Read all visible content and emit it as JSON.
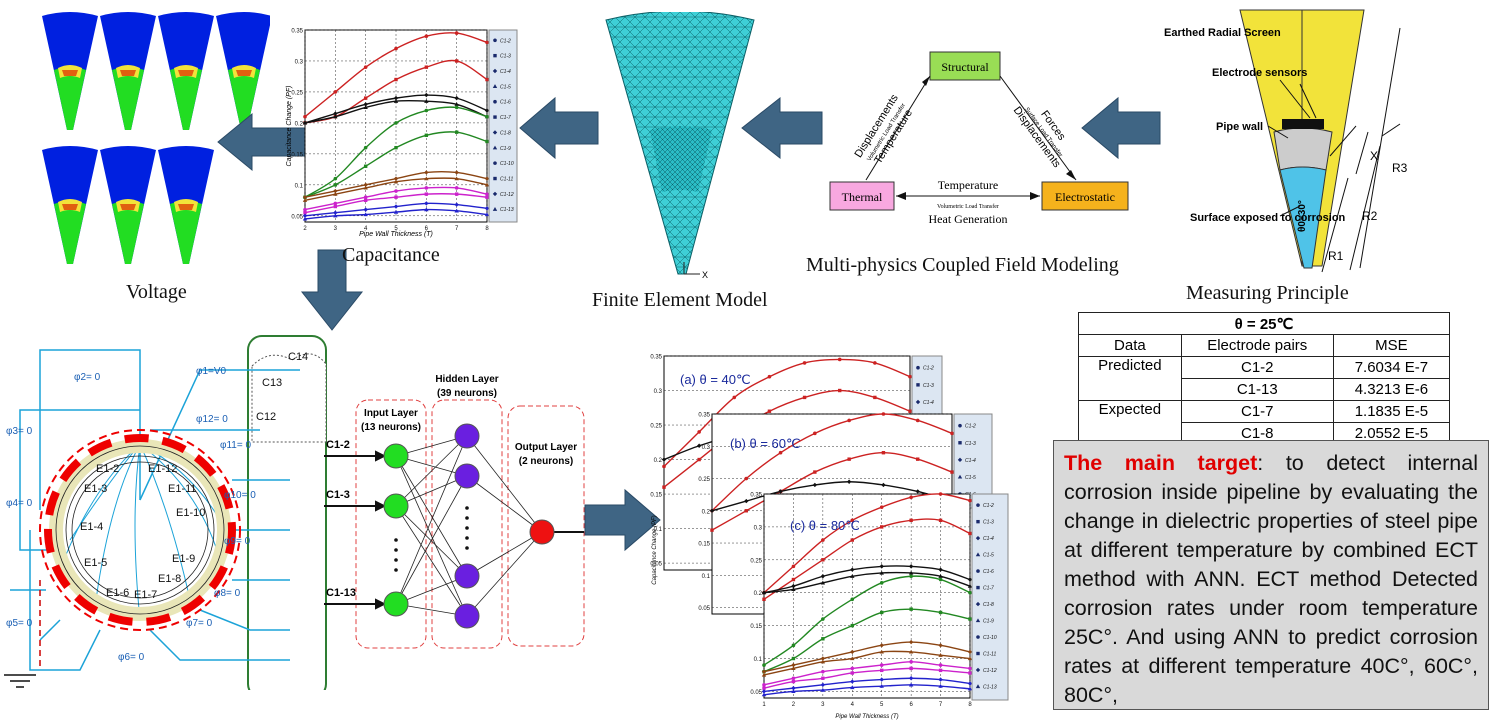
{
  "captions": {
    "voltage": "Voltage",
    "capacitance": "Capacitance",
    "fem": "Finite Element Model",
    "multiphysics": "Multi-physics Coupled Field Modeling",
    "measuring": "Measuring Principle"
  },
  "multiphysics": {
    "structural": "Structural",
    "thermal": "Thermal",
    "electrostatic": "Electrostatic",
    "displacements_left": "Displacements",
    "temperature_left": "Temperature",
    "volumetric_left": "Volumetric Load Transfer",
    "forces": "Forces",
    "displacements_right": "Displacements",
    "surface_load": "Surface Load Transfer",
    "temperature_bottom": "Temperature",
    "volumetric_bottom": "Volumetric Load Transfer",
    "heat_generation": "Heat Generation"
  },
  "measuring_principle": {
    "earthed_screen": "Earthed Radial Screen",
    "electrode_sensors": "Electrode sensors",
    "pipe_wall": "Pipe wall",
    "surface_exposed": "Surface exposed to corrosion",
    "angle": "θ0=30°",
    "x": "X",
    "r1": "R1",
    "r2": "R2",
    "r3": "R3",
    "colors": {
      "screen": "#f2e33a",
      "wall": "#cccccc",
      "inner": "#4fc3e8"
    }
  },
  "fem": {
    "axis_label": "X",
    "mesh_color": "#3ecfd6"
  },
  "ann": {
    "hidden_layer": "Hidden Layer",
    "hidden_neurons": "(39 neurons)",
    "input_layer": "Input Layer",
    "input_neurons": "(13 neurons)",
    "output_layer": "Output Layer",
    "output_neurons": "(2 neurons)",
    "inputs": [
      "C1-2",
      "C1-3",
      "C1-13"
    ],
    "colors": {
      "input": "#22dd22",
      "hidden": "#6a1fe0",
      "output": "#ee1111"
    }
  },
  "sensor_model": {
    "phi_labels": [
      "φ2= 0",
      "φ1=V0",
      "φ12= 0",
      "φ11= 0",
      "φ10= 0",
      "φ9= 0",
      "φ8= 0",
      "φ7= 0",
      "φ6= 0",
      "φ5= 0",
      "φ4= 0",
      "φ3= 0"
    ],
    "electrodes": [
      "E1-2",
      "E1-12",
      "E1-11",
      "E1-10",
      "E1-9",
      "E1-8",
      "E1-7",
      "E1-6",
      "E1-5",
      "E1-4",
      "E1-3"
    ],
    "caps": [
      "C14",
      "C13",
      "C12"
    ]
  },
  "mse_table": {
    "title": "θ = 25℃",
    "headers": [
      "Data",
      "Electrode pairs",
      "MSE"
    ],
    "rows": [
      {
        "group": "Predicted",
        "pair": "C1-2",
        "mse": "7.6034 E-7"
      },
      {
        "group": "",
        "pair": "C1-13",
        "mse": "4.3213 E-6"
      },
      {
        "group": "Expected",
        "pair": "C1-7",
        "mse": "1.1835 E-5"
      },
      {
        "group": "",
        "pair": "C1-8",
        "mse": "2.0552 E-5"
      }
    ]
  },
  "target_box": {
    "lead": "The main target",
    "text": ": to detect internal corrosion inside pipeline by evaluating the change in dielectric properties of steel pipe at different temperature by combined ECT method with  ANN. ECT method Detected corrosion rates under room temperature 25C°. And using ANN to predict corrosion rates at different temperature 40C°, 60C°, 80C°,"
  },
  "chart_data": [
    {
      "type": "line",
      "xlabel": "Pipe Wall Thickness (T)",
      "ylabel": "Capacitance Change (PF)",
      "xlim": [
        2,
        8
      ],
      "ylim": [
        0.04,
        0.35
      ],
      "x_ticks": [
        2,
        3,
        4,
        5,
        6,
        7,
        8
      ],
      "y_ticks": [
        0.05,
        0.1,
        0.15,
        0.2,
        0.25,
        0.3,
        0.35
      ],
      "legend": [
        "C1-2",
        "C1-3",
        "C1-4",
        "C1-5",
        "C1-6",
        "C1-7",
        "C1-8",
        "C1-9",
        "C1-10",
        "C1-11",
        "C1-12",
        "C1-13"
      ],
      "series": [
        {
          "color": "#cc2222",
          "x": [
            2,
            3,
            4,
            5,
            6,
            7,
            8
          ],
          "values": [
            0.21,
            0.25,
            0.29,
            0.32,
            0.34,
            0.345,
            0.33
          ]
        },
        {
          "color": "#cc2222",
          "x": [
            2,
            3,
            4,
            5,
            6,
            7,
            8
          ],
          "values": [
            0.2,
            0.21,
            0.24,
            0.27,
            0.29,
            0.3,
            0.27
          ]
        },
        {
          "color": "#111111",
          "x": [
            2,
            3,
            4,
            5,
            6,
            7,
            8
          ],
          "values": [
            0.2,
            0.215,
            0.23,
            0.24,
            0.245,
            0.24,
            0.22
          ]
        },
        {
          "color": "#111111",
          "x": [
            2,
            3,
            4,
            5,
            6,
            7,
            8
          ],
          "values": [
            0.2,
            0.21,
            0.225,
            0.235,
            0.235,
            0.23,
            0.21
          ]
        },
        {
          "color": "#228822",
          "x": [
            2,
            3,
            4,
            5,
            6,
            7,
            8
          ],
          "values": [
            0.08,
            0.11,
            0.16,
            0.2,
            0.22,
            0.225,
            0.21
          ]
        },
        {
          "color": "#228822",
          "x": [
            2,
            3,
            4,
            5,
            6,
            7,
            8
          ],
          "values": [
            0.08,
            0.1,
            0.13,
            0.16,
            0.18,
            0.185,
            0.17
          ]
        },
        {
          "color": "#8b4513",
          "x": [
            2,
            3,
            4,
            5,
            6,
            7,
            8
          ],
          "values": [
            0.08,
            0.09,
            0.1,
            0.11,
            0.12,
            0.12,
            0.11
          ]
        },
        {
          "color": "#8b4513",
          "x": [
            2,
            3,
            4,
            5,
            6,
            7,
            8
          ],
          "values": [
            0.075,
            0.085,
            0.095,
            0.105,
            0.11,
            0.11,
            0.1
          ]
        },
        {
          "color": "#cc22cc",
          "x": [
            2,
            3,
            4,
            5,
            6,
            7,
            8
          ],
          "values": [
            0.06,
            0.07,
            0.08,
            0.09,
            0.095,
            0.095,
            0.085
          ]
        },
        {
          "color": "#cc22cc",
          "x": [
            2,
            3,
            4,
            5,
            6,
            7,
            8
          ],
          "values": [
            0.055,
            0.065,
            0.075,
            0.08,
            0.085,
            0.085,
            0.08
          ]
        },
        {
          "color": "#2222cc",
          "x": [
            2,
            3,
            4,
            5,
            6,
            7,
            8
          ],
          "values": [
            0.05,
            0.055,
            0.06,
            0.065,
            0.07,
            0.068,
            0.062
          ]
        },
        {
          "color": "#2222cc",
          "x": [
            2,
            3,
            4,
            5,
            6,
            7,
            8
          ],
          "values": [
            0.045,
            0.05,
            0.052,
            0.056,
            0.06,
            0.058,
            0.052
          ]
        }
      ]
    },
    {
      "type": "line",
      "title": "(a)  θ  = 40℃",
      "xlim": [
        1,
        8
      ],
      "ylim": [
        0.04,
        0.35
      ],
      "y_ticks": [
        0.05,
        0.1,
        0.15,
        0.2,
        0.25,
        0.3,
        0.35
      ],
      "legend": [
        "C1-2",
        "C1-3",
        "C1-4"
      ],
      "series": [
        {
          "color": "#cc2222",
          "x": [
            1,
            2,
            3,
            4,
            5,
            6,
            7,
            8
          ],
          "values": [
            0.19,
            0.24,
            0.29,
            0.32,
            0.34,
            0.345,
            0.34,
            0.32
          ]
        },
        {
          "color": "#cc2222",
          "x": [
            1,
            2,
            3,
            4,
            5,
            6,
            7,
            8
          ],
          "values": [
            0.16,
            0.2,
            0.24,
            0.27,
            0.29,
            0.3,
            0.29,
            0.27
          ]
        },
        {
          "color": "#111111",
          "x": [
            1,
            2,
            3,
            4,
            5,
            6,
            7,
            8
          ],
          "values": [
            0.2,
            0.22,
            0.235,
            0.245,
            0.25,
            0.245,
            0.235,
            0.22
          ]
        }
      ]
    },
    {
      "type": "line",
      "title": "(b)  θ  = 60℃",
      "xlim": [
        1,
        8
      ],
      "ylim": [
        0.04,
        0.35
      ],
      "y_ticks": [
        0.05,
        0.1,
        0.15,
        0.2,
        0.25,
        0.3,
        0.35
      ],
      "legend": [
        "C1-2",
        "C1-3",
        "C1-4",
        "C1-5",
        "C1-6"
      ],
      "series": [
        {
          "color": "#cc2222",
          "x": [
            1,
            2,
            3,
            4,
            5,
            6,
            7,
            8
          ],
          "values": [
            0.2,
            0.25,
            0.29,
            0.32,
            0.34,
            0.35,
            0.34,
            0.32
          ]
        },
        {
          "color": "#cc2222",
          "x": [
            1,
            2,
            3,
            4,
            5,
            6,
            7,
            8
          ],
          "values": [
            0.17,
            0.2,
            0.23,
            0.26,
            0.28,
            0.29,
            0.28,
            0.26
          ]
        },
        {
          "color": "#111111",
          "x": [
            1,
            2,
            3,
            4,
            5,
            6,
            7,
            8
          ],
          "values": [
            0.2,
            0.215,
            0.23,
            0.24,
            0.245,
            0.24,
            0.23,
            0.215
          ]
        }
      ]
    },
    {
      "type": "line",
      "title": "(c)  θ  = 80℃",
      "xlabel": "Pipe Wall Thickness (T)",
      "ylabel": "Capacitance Change (PF)",
      "xlim": [
        1,
        8
      ],
      "ylim": [
        0.04,
        0.35
      ],
      "x_ticks": [
        1,
        2,
        3,
        4,
        5,
        6,
        7,
        8
      ],
      "y_ticks": [
        0.05,
        0.1,
        0.15,
        0.2,
        0.25,
        0.3,
        0.35
      ],
      "legend": [
        "C1-2",
        "C1-3",
        "C1-4",
        "C1-5",
        "C1-6",
        "C1-7",
        "C1-8",
        "C1-9",
        "C1-10",
        "C1-11",
        "C1-12",
        "C1-13"
      ],
      "series": [
        {
          "color": "#cc2222",
          "x": [
            1,
            2,
            3,
            4,
            5,
            6,
            7,
            8
          ],
          "values": [
            0.2,
            0.24,
            0.28,
            0.31,
            0.33,
            0.345,
            0.35,
            0.34
          ]
        },
        {
          "color": "#cc2222",
          "x": [
            1,
            2,
            3,
            4,
            5,
            6,
            7,
            8
          ],
          "values": [
            0.19,
            0.22,
            0.25,
            0.28,
            0.3,
            0.31,
            0.31,
            0.29
          ]
        },
        {
          "color": "#111111",
          "x": [
            1,
            2,
            3,
            4,
            5,
            6,
            7,
            8
          ],
          "values": [
            0.2,
            0.21,
            0.225,
            0.235,
            0.24,
            0.24,
            0.235,
            0.22
          ]
        },
        {
          "color": "#111111",
          "x": [
            1,
            2,
            3,
            4,
            5,
            6,
            7,
            8
          ],
          "values": [
            0.2,
            0.205,
            0.215,
            0.225,
            0.23,
            0.23,
            0.225,
            0.21
          ]
        },
        {
          "color": "#228822",
          "x": [
            1,
            2,
            3,
            4,
            5,
            6,
            7,
            8
          ],
          "values": [
            0.09,
            0.12,
            0.16,
            0.19,
            0.215,
            0.225,
            0.22,
            0.2
          ]
        },
        {
          "color": "#228822",
          "x": [
            1,
            2,
            3,
            4,
            5,
            6,
            7,
            8
          ],
          "values": [
            0.08,
            0.1,
            0.13,
            0.15,
            0.17,
            0.175,
            0.17,
            0.16
          ]
        },
        {
          "color": "#8b4513",
          "x": [
            1,
            2,
            3,
            4,
            5,
            6,
            7,
            8
          ],
          "values": [
            0.08,
            0.09,
            0.1,
            0.11,
            0.12,
            0.125,
            0.12,
            0.11
          ]
        },
        {
          "color": "#8b4513",
          "x": [
            1,
            2,
            3,
            4,
            5,
            6,
            7,
            8
          ],
          "values": [
            0.075,
            0.085,
            0.095,
            0.1,
            0.11,
            0.11,
            0.105,
            0.1
          ]
        },
        {
          "color": "#cc22cc",
          "x": [
            1,
            2,
            3,
            4,
            5,
            6,
            7,
            8
          ],
          "values": [
            0.06,
            0.07,
            0.08,
            0.085,
            0.09,
            0.095,
            0.09,
            0.085
          ]
        },
        {
          "color": "#cc22cc",
          "x": [
            1,
            2,
            3,
            4,
            5,
            6,
            7,
            8
          ],
          "values": [
            0.055,
            0.065,
            0.07,
            0.078,
            0.082,
            0.085,
            0.082,
            0.078
          ]
        },
        {
          "color": "#2222cc",
          "x": [
            1,
            2,
            3,
            4,
            5,
            6,
            7,
            8
          ],
          "values": [
            0.05,
            0.055,
            0.06,
            0.065,
            0.068,
            0.07,
            0.068,
            0.062
          ]
        },
        {
          "color": "#2222cc",
          "x": [
            1,
            2,
            3,
            4,
            5,
            6,
            7,
            8
          ],
          "values": [
            0.045,
            0.05,
            0.052,
            0.056,
            0.058,
            0.06,
            0.058,
            0.054
          ]
        }
      ]
    }
  ]
}
